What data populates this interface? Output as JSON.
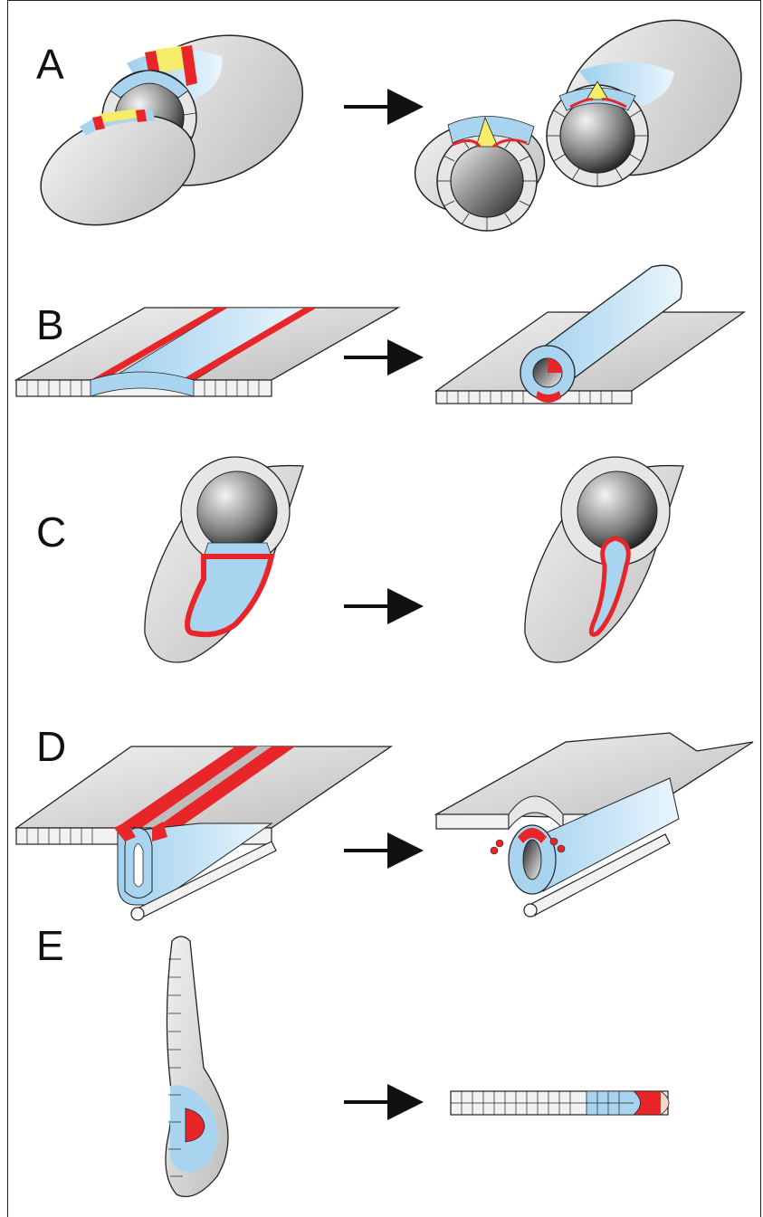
{
  "figure": {
    "panels": [
      {
        "label": "A"
      },
      {
        "label": "B"
      },
      {
        "label": "C"
      },
      {
        "label": "D"
      },
      {
        "label": "E"
      }
    ]
  },
  "colors": {
    "blue": "#a8d4f0",
    "red": "#e8262a",
    "yellow": "#f6ee6a",
    "gray": "#d9d9d9",
    "arrow": "#111111"
  }
}
